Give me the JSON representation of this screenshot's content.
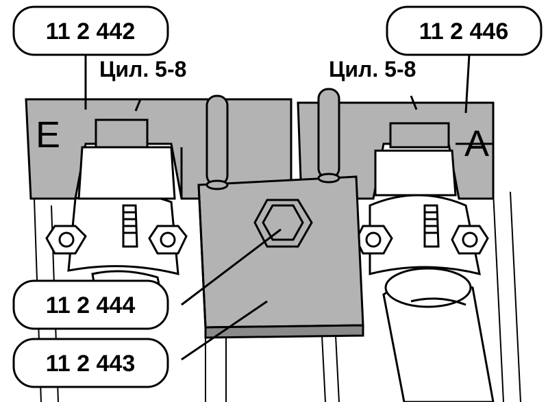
{
  "callouts": {
    "top_left": "11 2 442",
    "top_right": "11 2 446",
    "mid_left": "11 2 444",
    "bottom_left": "11 2 443"
  },
  "labels": {
    "cyl_left": "Цил. 5-8",
    "cyl_right": "Цил. 5-8",
    "letter_left": "E",
    "letter_right": "A"
  },
  "colors": {
    "tool_fill": "#b3b3b3",
    "tool_dark": "#8a8a8a",
    "line": "#000000",
    "background": "#ffffff"
  }
}
